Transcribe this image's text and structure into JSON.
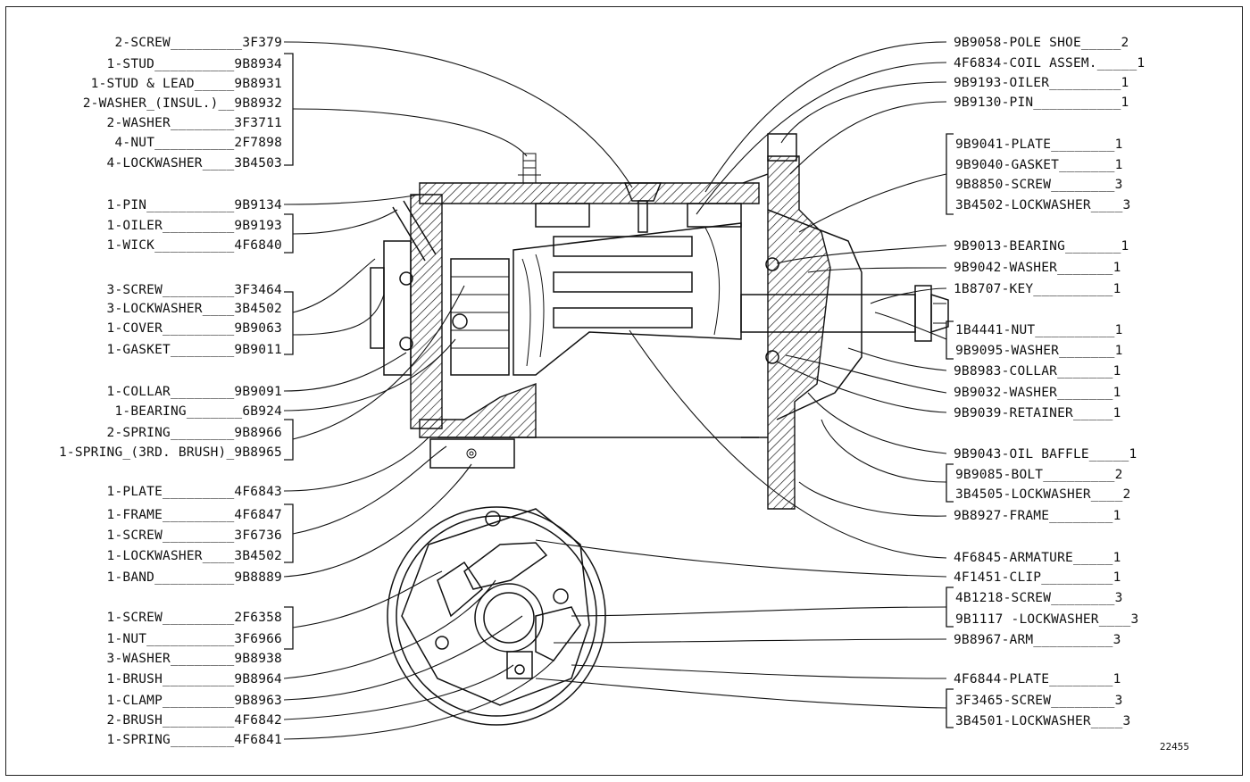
{
  "left_labels": [
    "2-SCREW_________3F379",
    "1-STUD__________9B8934",
    "1-STUD & LEAD_____9B8931",
    "2-WASHER_(INSUL.)__9B8932",
    "2-WASHER________3F3711",
    "4-NUT__________2F7898",
    "4-LOCKWASHER____3B4503",
    "1-PIN___________9B9134",
    "1-OILER_________9B9193",
    "1-WICK__________4F6840",
    "3-SCREW_________3F3464",
    "3-LOCKWASHER____3B4502",
    "1-COVER_________9B9063",
    "1-GASKET________9B9011",
    "1-COLLAR________9B9091",
    "1-BEARING_______6B924",
    "2-SPRING________9B8966",
    "1-SPRING_(3RD. BRUSH)_9B8965",
    "1-PLATE_________4F6843",
    "1-FRAME_________4F6847",
    "1-SCREW_________3F6736",
    "1-LOCKWASHER____3B4502",
    "1-BAND__________9B8889",
    "1-SCREW_________2F6358",
    "1-NUT___________3F6966",
    "3-WASHER________9B8938",
    "1-BRUSH_________9B8964",
    "1-CLAMP_________9B8963",
    "2-BRUSH_________4F6842",
    "1-SPRING________4F6841"
  ],
  "right_labels": [
    "9B9058-POLE SHOE_____2",
    "4F6834-COIL ASSEM._____1",
    "9B9193-OILER_________1",
    "9B9130-PIN___________1",
    "9B9041-PLATE________1",
    "9B9040-GASKET_______1",
    "9B8850-SCREW________3",
    "3B4502-LOCKWASHER____3",
    "9B9013-BEARING_______1",
    "9B9042-WASHER_______1",
    "1B8707-KEY__________1",
    "1B4441-NUT__________1",
    "9B9095-WASHER_______1",
    "9B8983-COLLAR_______1",
    "9B9032-WASHER_______1",
    "9B9039-RETAINER_____1",
    "9B9043-OIL BAFFLE_____1",
    "9B9085-BOLT_________2",
    "3B4505-LOCKWASHER____2",
    "9B8927-FRAME________1",
    "4F6845-ARMATURE_____1",
    "4F1451-CLIP_________1",
    "4B1218-SCREW________3",
    "9B1117 -LOCKWASHER____3",
    "9B8967-ARM__________3",
    "4F6844-PLATE________1",
    "3F3465-SCREW________3",
    "3B4501-LOCKWASHER____3"
  ],
  "figure_number": "22455"
}
